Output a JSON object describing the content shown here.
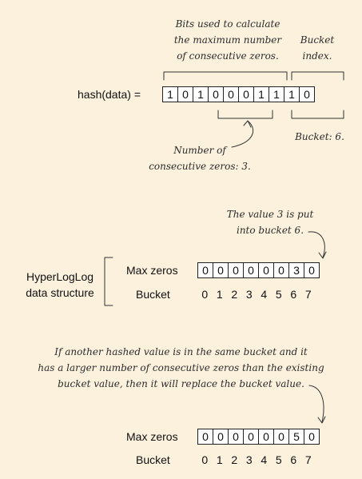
{
  "hash_section": {
    "note_bits": [
      "Bits used to calculate",
      "the maximum number",
      "of consecutive zeros."
    ],
    "note_bucket_index": [
      "Bucket",
      "index."
    ],
    "hash_label": "hash(data) =",
    "bits": [
      "1",
      "0",
      "1",
      "0",
      "0",
      "0",
      "1",
      "1",
      "1",
      "0"
    ],
    "note_zeros": [
      "Number of",
      "consecutive zeros: 3."
    ],
    "note_bucket": "Bucket: 6."
  },
  "structure_1": {
    "note_put": [
      "The value 3 is put",
      "into bucket 6."
    ],
    "side_label": [
      "HyperLogLog",
      "data structure"
    ],
    "max_zeros_label": "Max zeros",
    "max_zeros": [
      "0",
      "0",
      "0",
      "0",
      "0",
      "0",
      "3",
      "0"
    ],
    "bucket_label": "Bucket",
    "bucket_numbers": [
      "0",
      "1",
      "2",
      "3",
      "4",
      "5",
      "6",
      "7"
    ]
  },
  "structure_2": {
    "note_replace": [
      "If another hashed value is in the same bucket and it",
      "has a larger number of consecutive zeros than the existing",
      "bucket value, then it will replace the bucket value."
    ],
    "max_zeros_label": "Max zeros",
    "max_zeros": [
      "0",
      "0",
      "0",
      "0",
      "0",
      "0",
      "5",
      "0"
    ],
    "bucket_label": "Bucket",
    "bucket_numbers": [
      "0",
      "1",
      "2",
      "3",
      "4",
      "5",
      "6",
      "7"
    ]
  },
  "colors": {
    "background": "#fbf1dd",
    "ink": "#111111",
    "cell_bg": "#ffffff"
  }
}
